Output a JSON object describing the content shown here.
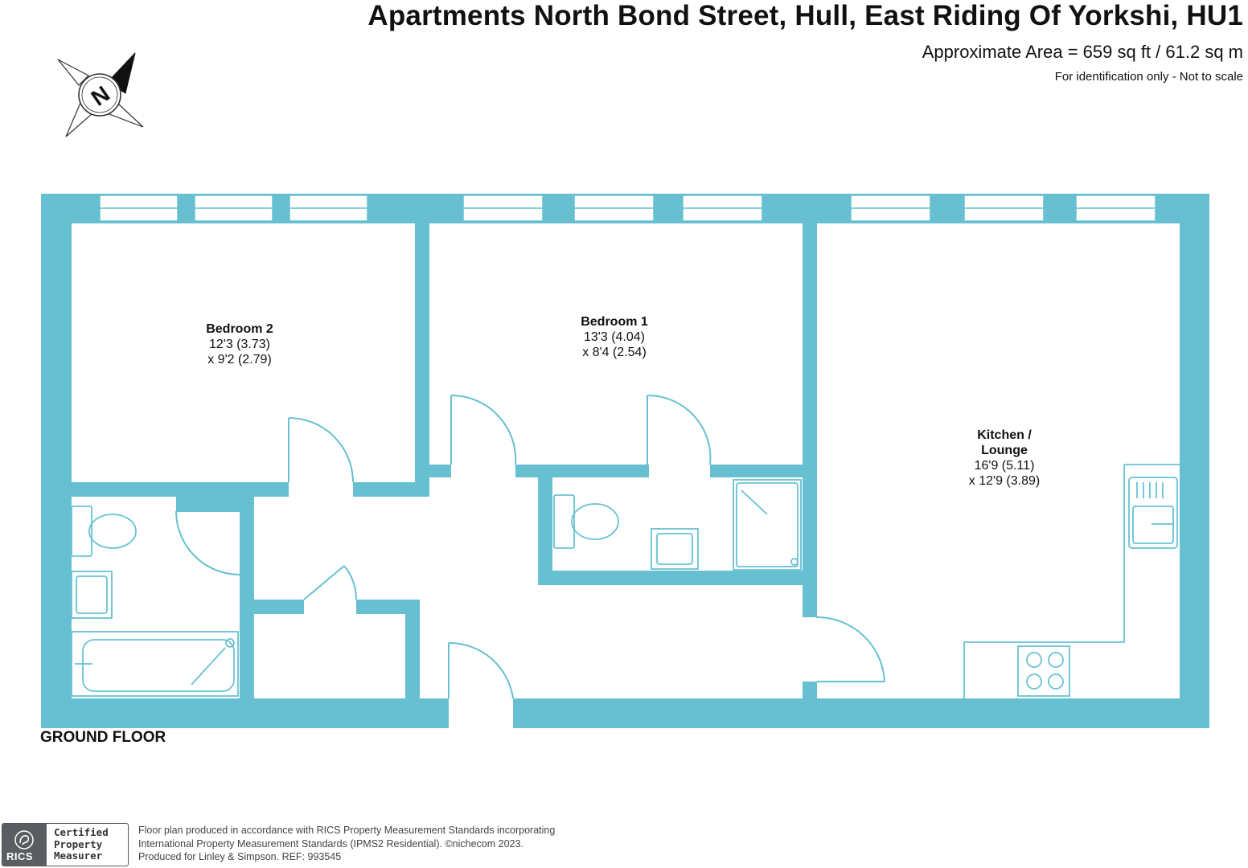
{
  "header": {
    "title": "Apartments North Bond Street, Hull, East Riding Of Yorkshi, HU1",
    "area": "Approximate Area = 659 sq ft / 61.2 sq m",
    "note": "For identification only - Not to scale"
  },
  "compass": {
    "letter": "N"
  },
  "rooms": {
    "bedroom2": {
      "name": "Bedroom 2",
      "dim1": "12'3 (3.73)",
      "dim2": "x 9'2 (2.79)"
    },
    "bedroom1": {
      "name": "Bedroom 1",
      "dim1": "13'3 (4.04)",
      "dim2": "x 8'4 (2.54)"
    },
    "kitchen": {
      "name_line1": "Kitchen /",
      "name_line2": "Lounge",
      "dim1": "16'9 (5.11)",
      "dim2": "x 12'9 (3.89)"
    }
  },
  "floor_label": "GROUND FLOOR",
  "colors": {
    "wall": "#66c0d1",
    "fixture": "#67c2d3",
    "rics_grey": "#5a5d61"
  },
  "badge": {
    "org": "RICS",
    "line1": "Certified",
    "line2": "Property",
    "line3": "Measurer"
  },
  "footer": {
    "line1": "Floor plan produced in accordance with RICS Property Measurement Standards incorporating",
    "line2": "International Property Measurement Standards (IPMS2 Residential).   ©nichecom 2023.",
    "line3": "Produced for Linley & Simpson.   REF:  993545"
  }
}
